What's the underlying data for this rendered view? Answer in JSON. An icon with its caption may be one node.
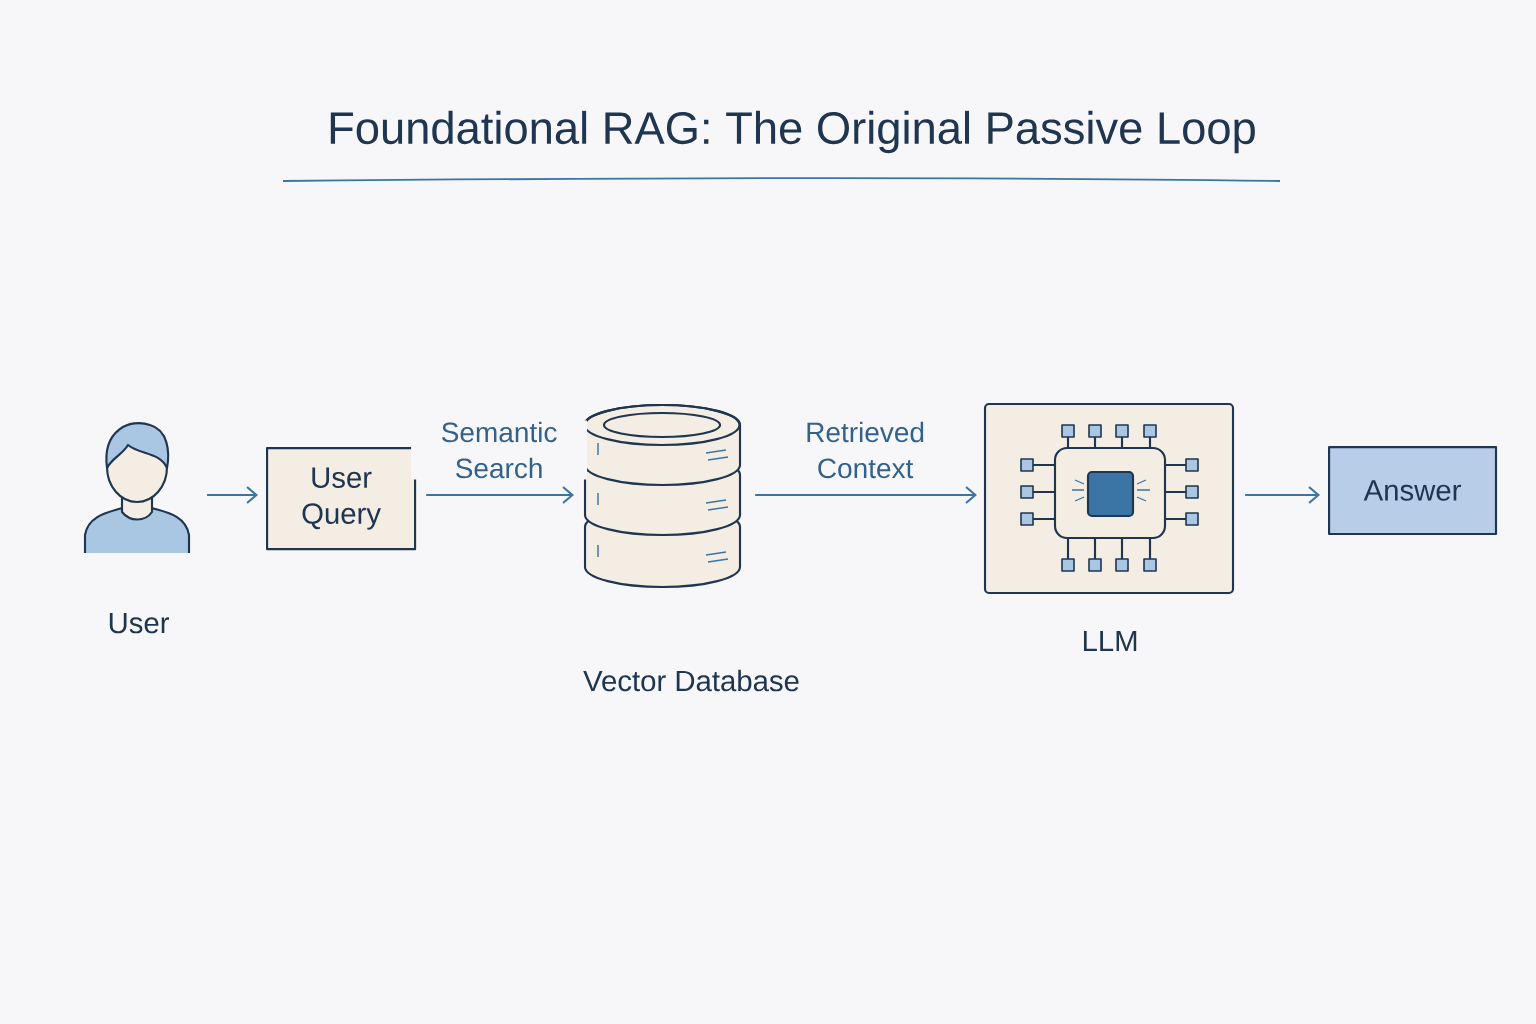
{
  "diagram": {
    "title": "Foundational RAG: The Original Passive Loop",
    "nodes": [
      {
        "text": [
          "User"
        ]
      },
      {
        "text": [
          "User Query"
        ]
      },
      {
        "text": [
          "Vector Database"
        ]
      },
      {
        "text": [
          "LLM"
        ]
      },
      {
        "text": [
          "Answer"
        ]
      }
    ],
    "edges": [
      {
        "from": 0,
        "to": 1,
        "arrow": "to"
      },
      {
        "from": 1,
        "to": 2,
        "arrow": "to",
        "label": "Semantic Search"
      },
      {
        "from": 2,
        "to": 3,
        "arrow": "to",
        "label": "Retrieved Context"
      },
      {
        "from": 3,
        "to": 4,
        "arrow": "to"
      }
    ]
  }
}
